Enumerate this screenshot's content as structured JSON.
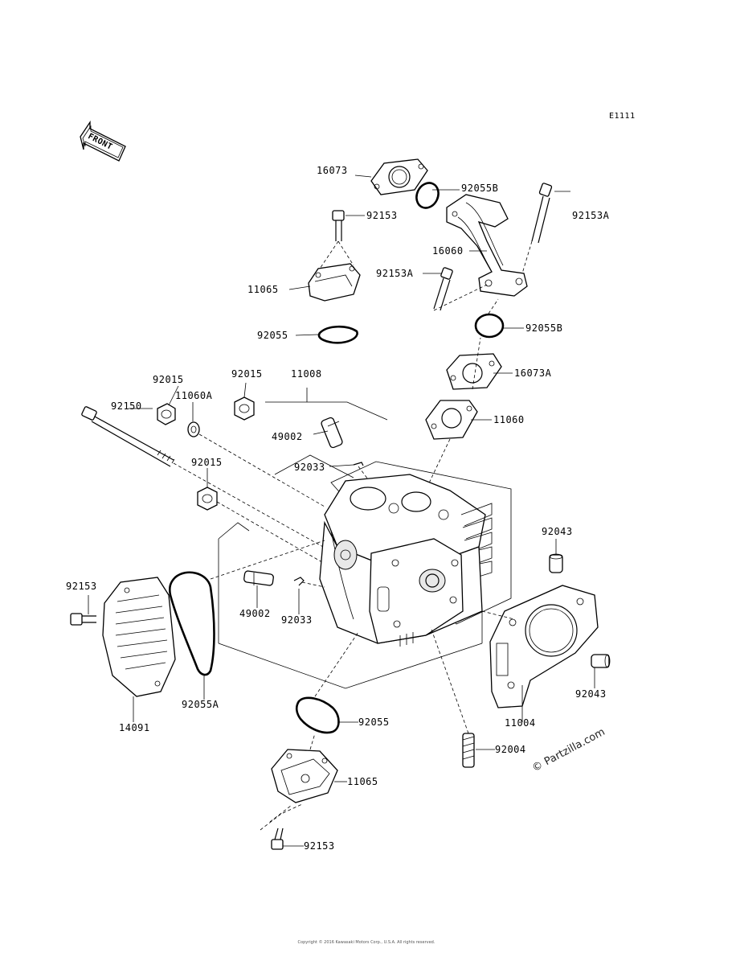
{
  "diagram": {
    "code": "E1111",
    "front_arrow_text": "FRONT",
    "watermark": "© Partzilla.com",
    "copyright": "Copyright © 2016 Kawasaki Motors Corp., U.S.A. All rights reserved."
  },
  "labels": {
    "p16073": "16073",
    "p92055B_top": "92055B",
    "p92153_top": "92153",
    "p92153A_top": "92153A",
    "p16060": "16060",
    "p92153A_mid": "92153A",
    "p11065_top": "11065",
    "p92055_top": "92055",
    "p92055B_mid": "92055B",
    "p16073A": "16073A",
    "p92015_a": "92015",
    "p92015_b": "92015",
    "p11008": "11008",
    "p11060A": "11060A",
    "p92150": "92150",
    "p49002_top": "49002",
    "p11060": "11060",
    "p92033_top": "92033",
    "p92015_c": "92015",
    "p92043_top": "92043",
    "p92153_left": "92153",
    "p49002_bot": "49002",
    "p92033_bot": "92033",
    "p11004": "11004",
    "p92043_bot": "92043",
    "p14091": "14091",
    "p92055A": "92055A",
    "p92055_bot": "92055",
    "p92004": "92004",
    "p11065_bot": "11065",
    "p92153_bot": "92153"
  },
  "colors": {
    "line": "#000000",
    "background": "#ffffff"
  }
}
